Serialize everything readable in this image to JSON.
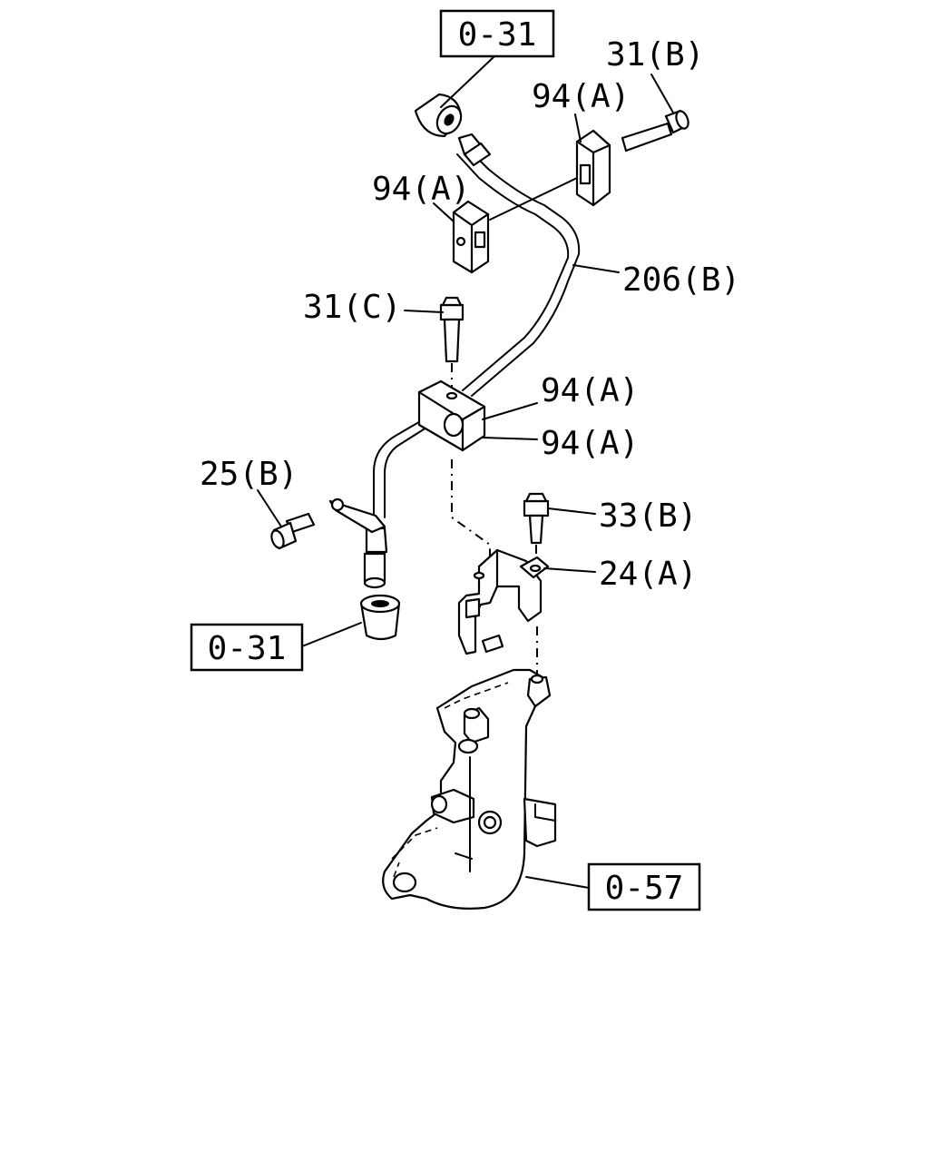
{
  "labels": {
    "ref_top": "0-31",
    "ref_left": "0-31",
    "ref_bottom": "0-57",
    "bolt_31b": "31(B)",
    "clamp_94a_top": "94(A)",
    "clamp_94a_left": "94(A)",
    "pipe_206b": "206(B)",
    "bolt_31c": "31(C)",
    "clamp_94a_mid1": "94(A)",
    "clamp_94a_mid2": "94(A)",
    "bolt_25b": "25(B)",
    "bolt_33b": "33(B)",
    "bracket_24a": "24(A)"
  }
}
